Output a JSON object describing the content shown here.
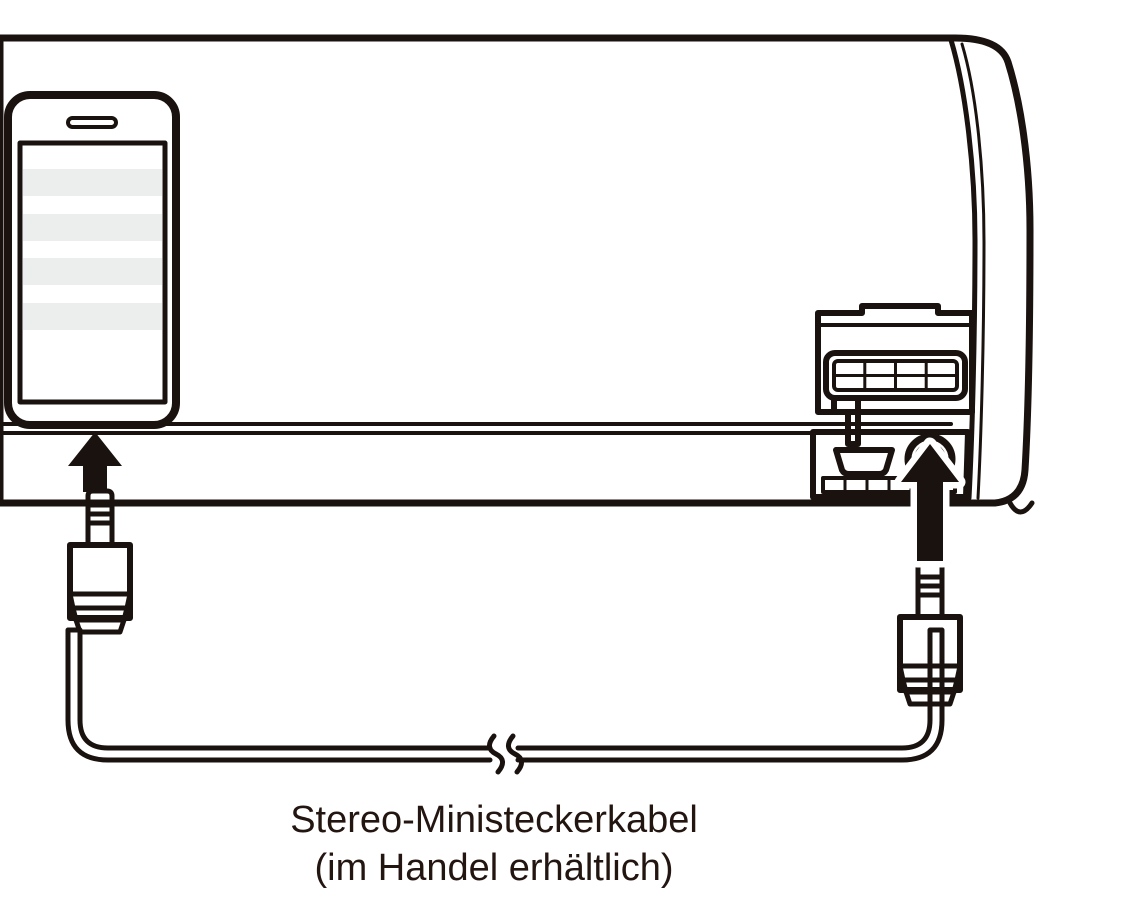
{
  "figure": {
    "kind": "connection-diagram",
    "caption_lines": [
      "Stereo-Ministeckerkabel",
      "(im Handel erhältlich)"
    ],
    "colors": {
      "line": "#1a120f",
      "background": "#ffffff",
      "screen_stripe": "#eceded",
      "caption": "#231510"
    },
    "devices": {
      "phone": {
        "name": "smartphone",
        "screen_stripe_count": 4,
        "has_earpiece_slot": true
      },
      "speaker": {
        "name": "speaker-unit",
        "ports": [
          "micro-usb-port",
          "stereo-mini-jack"
        ],
        "grille_cells": 8,
        "vent_slot_count": 6,
        "has_foot": true
      }
    },
    "cable": {
      "name": "stereo-mini-plug-cable",
      "plug_count": 2,
      "has_break_symbol": true
    },
    "arrows": [
      {
        "name": "arrow-to-phone",
        "direction": "up"
      },
      {
        "name": "arrow-to-speaker-jack",
        "direction": "up"
      }
    ]
  }
}
